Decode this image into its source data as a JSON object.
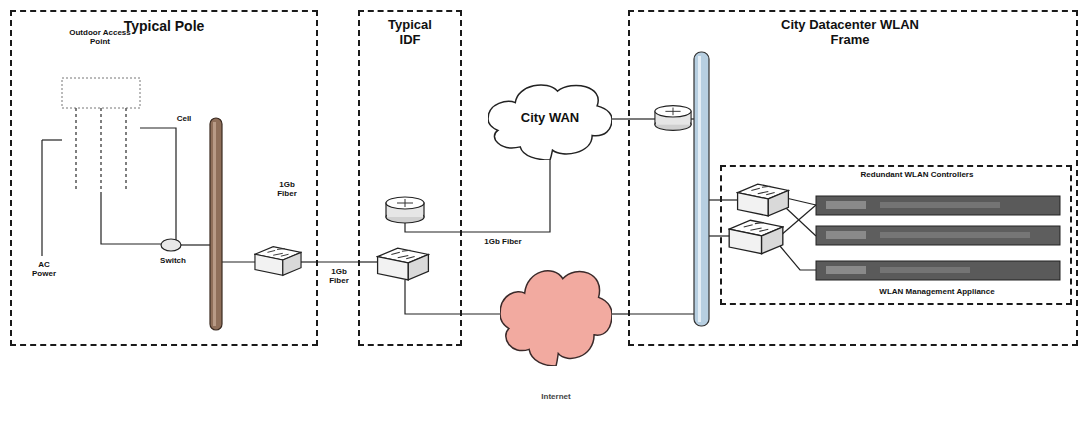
{
  "diagram": {
    "nodes": [
      {
        "text": [
          "Typical Pole"
        ]
      },
      {
        "text": [
          "Outdoor Access Point"
        ],
        "in": 0
      },
      {
        "text": [
          "Typical IDF"
        ]
      },
      {
        "text": [
          "City WAN"
        ]
      },
      {
        "text": [
          "City Datacenter WLAN Frame"
        ]
      },
      {
        "text": [
          "Redundant WLAN Controllers",
          "WLAN Management Appliance"
        ],
        "in": 4
      },
      {
        "text": [
          "Internet"
        ]
      }
    ],
    "edges": [
      {
        "from": 0,
        "to": 2,
        "arrow": "none",
        "label": "1Gb Fiber"
      },
      {
        "from": 2,
        "to": 3,
        "arrow": "none",
        "label": "1Gb Fiber"
      },
      {
        "from": 3,
        "to": 4,
        "arrow": "none"
      },
      {
        "from": 2,
        "to": 6,
        "arrow": "none"
      },
      {
        "from": 6,
        "to": 4,
        "arrow": "none"
      }
    ],
    "labels": [
      "Cell",
      "AC Power",
      "Switch",
      "1Gb Fiber"
    ]
  }
}
